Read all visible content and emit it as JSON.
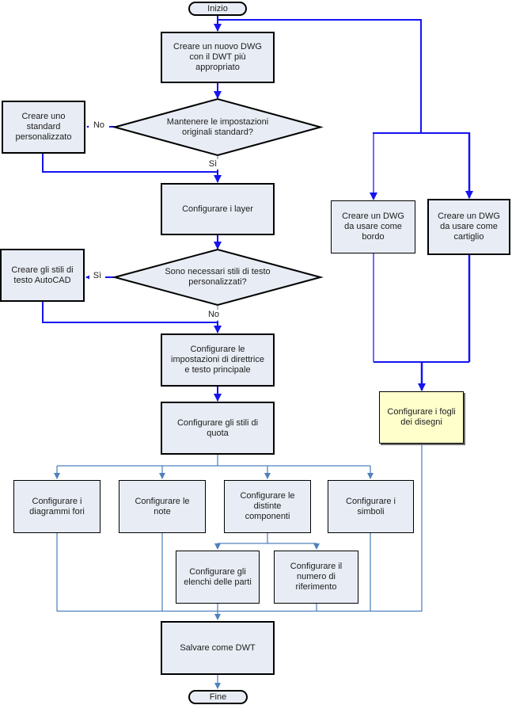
{
  "colors": {
    "blue": "#1414f0",
    "steel": "#4f81bd",
    "box_fill": "#e8edf5",
    "yellow_fill": "#ffffcc",
    "border": "#000000",
    "text": "#1c1c1c"
  },
  "nodes": {
    "inizio": {
      "label": "Inizio"
    },
    "fine": {
      "label": "Fine"
    },
    "nuovo_dwg": {
      "label": "Creare un nuovo DWG\ncon il DWT più\nappropriato"
    },
    "dec_standard": {
      "label": "Mantenere le impostazioni\noriginali standard?"
    },
    "standard_pers": {
      "label": "Creare uno\nstandard\npersonalizzato"
    },
    "layer": {
      "label": "Configurare i layer"
    },
    "dec_testo": {
      "label": "Sono necessari stili di testo\npersonalizzati?"
    },
    "stili_testo": {
      "label": "Creare gli stili di\ntesto AutoCAD"
    },
    "direttrice": {
      "label": "Configurare le\nimpostazioni di direttrice\ne testo principale"
    },
    "quota": {
      "label": "Configurare gli stili di\nquota"
    },
    "bordo": {
      "label": "Creare un DWG\nda usare come\nbordo"
    },
    "cartiglio": {
      "label": "Creare un DWG\nda usare come\ncartiglio"
    },
    "fogli": {
      "label": "Configurare i fogli\ndei disegni"
    },
    "diagrammi_fori": {
      "label": "Configurare i\ndiagrammi fori"
    },
    "note": {
      "label": "Configurare le\nnote"
    },
    "distinte": {
      "label": "Configurare le\ndistinte\ncomponenti"
    },
    "simboli": {
      "label": "Configurare i\nsimboli"
    },
    "elenchi": {
      "label": "Configurare gli\nelenchi delle parti"
    },
    "numero_rif": {
      "label": "Configurare il\nnumero di\nriferimento"
    },
    "salvare": {
      "label": "Salvare come DWT"
    }
  },
  "edge_labels": {
    "no1": "No",
    "si1": "Sì",
    "si2": "Sì",
    "no2": "No"
  }
}
